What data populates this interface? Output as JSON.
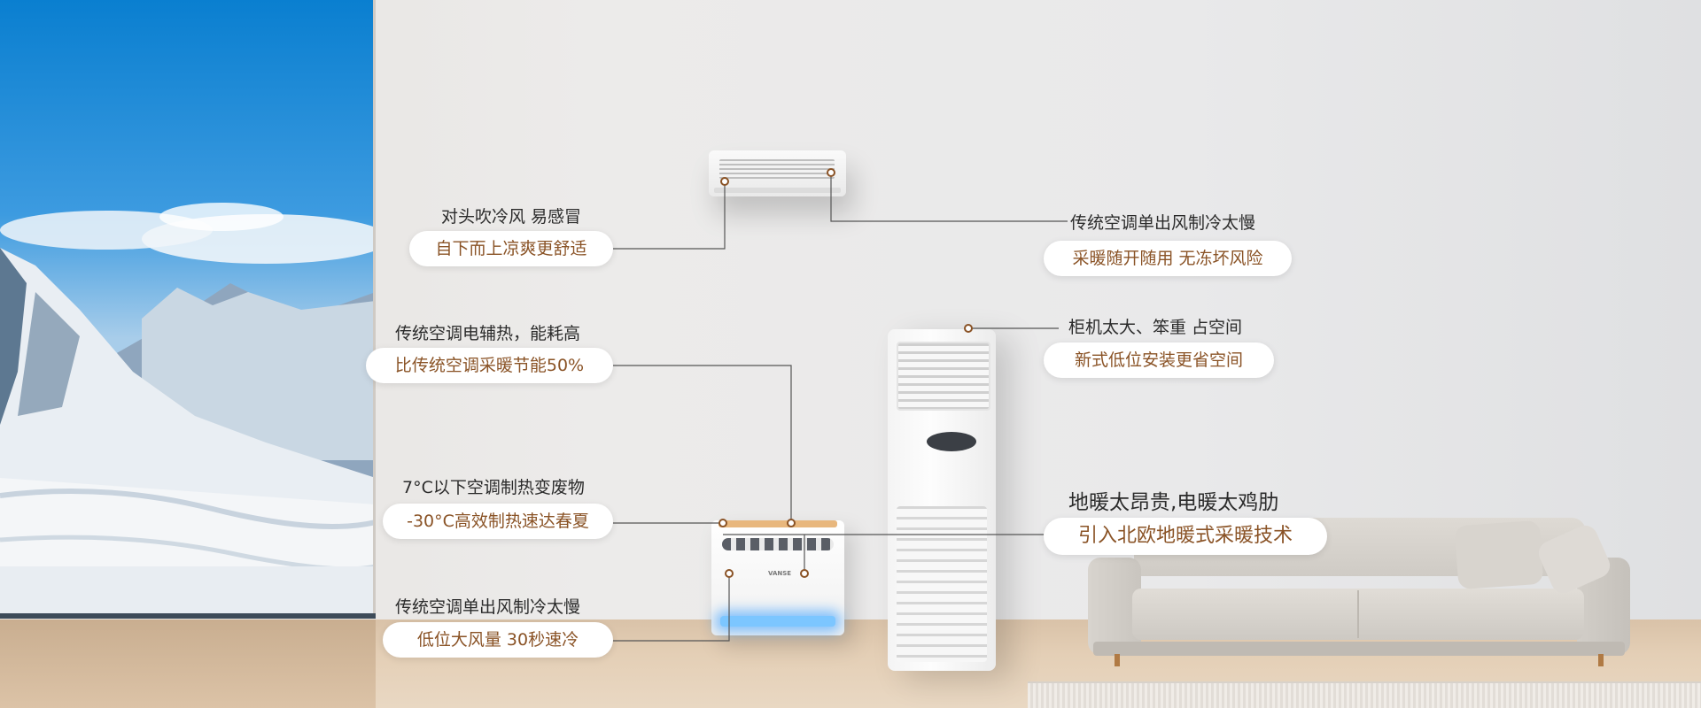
{
  "callouts": [
    {
      "note": "对头吹冷风  易感冒",
      "highlight": "自下而上凉爽更舒适"
    },
    {
      "note": "传统空调单出风制冷太慢",
      "highlight": "采暖随开随用 无冻坏风险"
    },
    {
      "note": "传统空调电辅热，能耗高",
      "highlight": "比传统空调采暖节能50%"
    },
    {
      "note": "柜机太大、笨重  占空间",
      "highlight": "新式低位安装更省空间"
    },
    {
      "note": "7°C以下空调制热变废物",
      "highlight": "-30°C高效制热速达春夏"
    },
    {
      "note": "地暖太昂贵,电暖太鸡肋",
      "highlight": "引入北欧地暖式采暖技术"
    },
    {
      "note": "传统空调单出风制冷太慢",
      "highlight": "低位大风量  30秒速冷"
    }
  ],
  "product": {
    "brand": "VANSE"
  },
  "colors": {
    "accent": "#8a5326",
    "sky": "#0a7fd0",
    "wall": "#ebe9e7",
    "line": "#555555"
  }
}
